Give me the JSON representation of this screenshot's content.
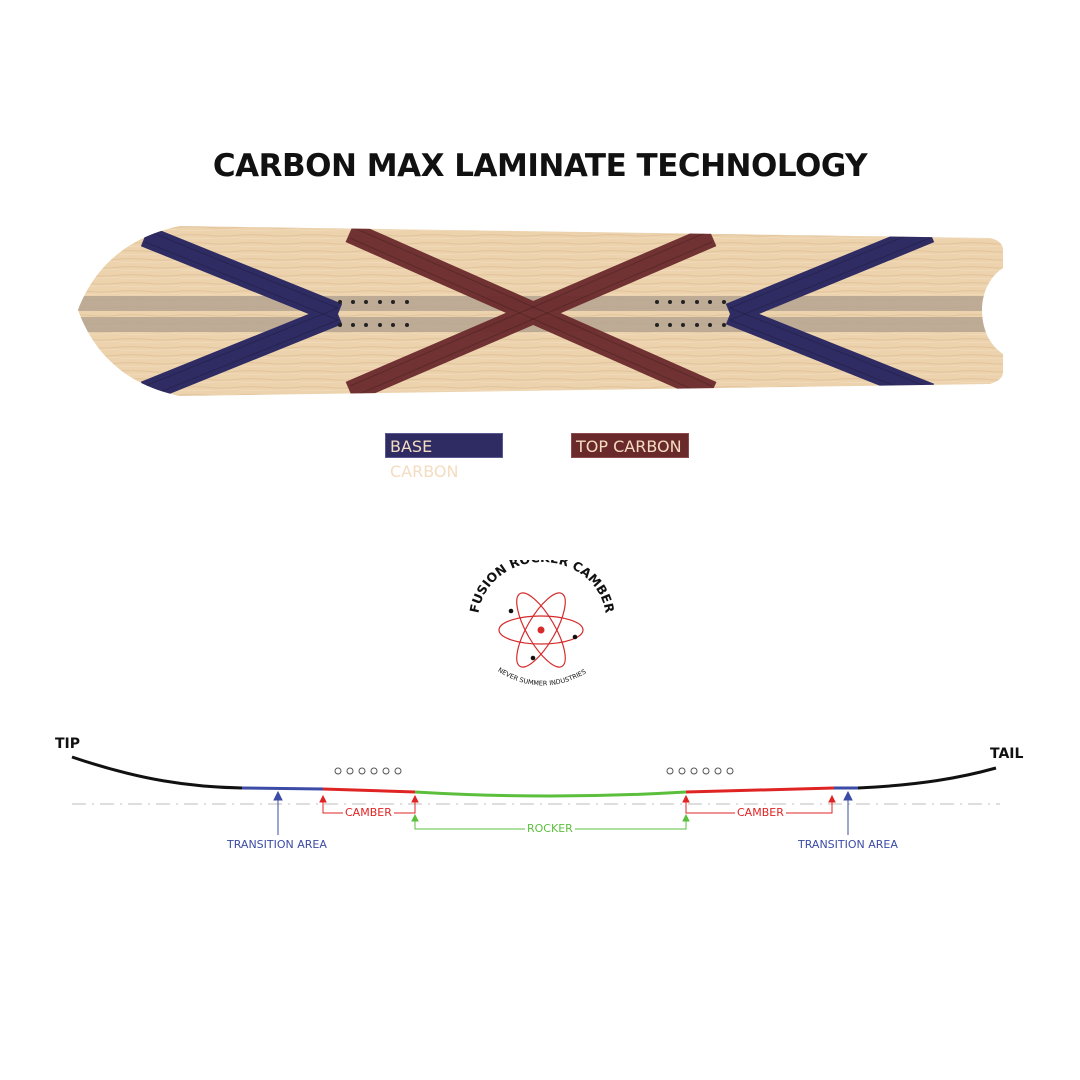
{
  "title": "CARBON MAX LAMINATE TECHNOLOGY",
  "legend": {
    "base_carbon": "BASE CARBON",
    "top_carbon": "TOP CARBON"
  },
  "colors": {
    "base_carbon": "#2f2c63",
    "top_carbon": "#6a2a2c",
    "wood": "#ecd2ad",
    "camber": "#e02424",
    "rocker": "#5bbf3c",
    "transition": "#3b4ba6"
  },
  "logo": {
    "arc_text": "FUSION ROCKER CAMBER",
    "sub_text": "NEVER SUMMER INDUSTRIES"
  },
  "profile": {
    "tip_label": "TIP",
    "tail_label": "TAIL",
    "camber_label": "CAMBER",
    "rocker_label": "ROCKER",
    "transition_label": "TRANSITION AREA"
  }
}
